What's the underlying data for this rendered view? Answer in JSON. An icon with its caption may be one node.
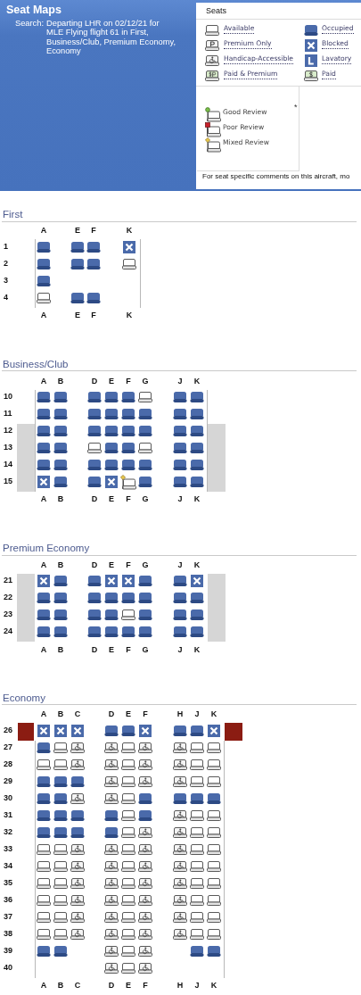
{
  "diagram": {
    "title": "Seat Maps",
    "labels": [
      "Search:",
      "Departing LHR on 02/12/21 for MLE Flying flight 61 in First, Business/Club, Premium Economy, Economy",
      "Seats",
      "*",
      "For seat specific comments on this aircraft, mo",
      "First",
      "A",
      "E",
      "F",
      "K",
      "1",
      "2",
      "3",
      "4",
      "A",
      "E",
      "F",
      "K",
      "Business/Club",
      "A",
      "B",
      "D",
      "E",
      "F",
      "G",
      "J",
      "K",
      "10",
      "11",
      "12",
      "13",
      "14",
      "15",
      "A",
      "B",
      "D",
      "E",
      "F",
      "G",
      "J",
      "K",
      "Premium Economy",
      "A",
      "B",
      "D",
      "E",
      "F",
      "G",
      "J",
      "K",
      "21",
      "22",
      "23",
      "24",
      "A",
      "B",
      "D",
      "E",
      "F",
      "G",
      "J",
      "K",
      "Economy",
      "A",
      "B",
      "C",
      "D",
      "E",
      "F",
      "H",
      "J",
      "K",
      "26",
      "27",
      "28",
      "29",
      "30",
      "31",
      "32",
      "33",
      "34",
      "35",
      "36",
      "37",
      "38",
      "39",
      "40",
      "A",
      "B",
      "C",
      "D",
      "E",
      "F",
      "H",
      "J",
      "K"
    ],
    "legend": [
      {
        "text": "Available"
      },
      {
        "text": "Occupied"
      },
      {
        "text": "Premium Only"
      },
      {
        "text": "Blocked"
      },
      {
        "text": "Handicap-Accessible"
      },
      {
        "text": "Lavatory"
      },
      {
        "text": "Paid & Premium"
      },
      {
        "text": "Paid"
      },
      {
        "text": "Good Review"
      },
      {
        "text": "Poor Review"
      },
      {
        "text": "Mixed Review"
      }
    ]
  }
}
